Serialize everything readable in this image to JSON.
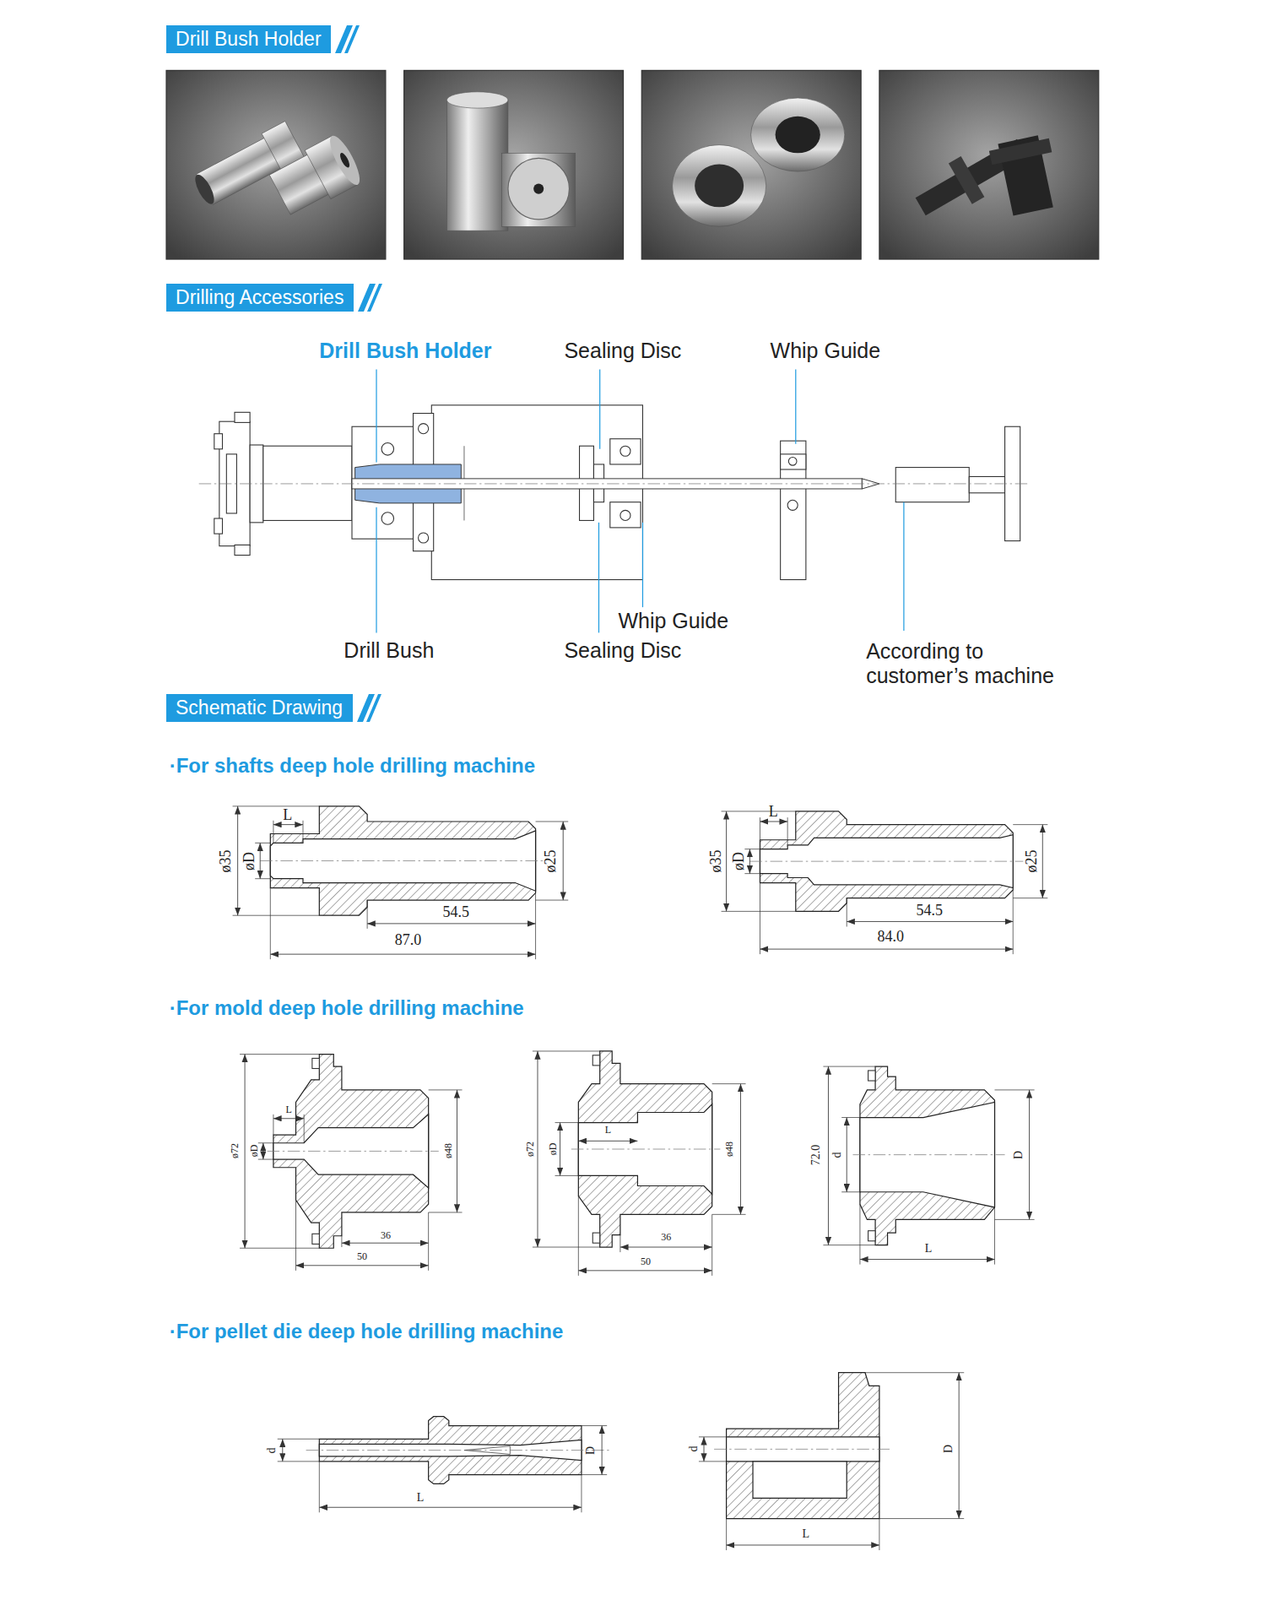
{
  "diagram": {
    "nodes": [
      {
        "text": [
          "Drill Bush Holder"
        ]
      },
      {
        "text": [
          "Drilling Accessories"
        ]
      },
      {
        "text": [
          "Schematic Drawing"
        ]
      }
    ],
    "labels": [
      "Drill Bush Holder",
      "Sealing Disc",
      "Whip Guide",
      "Whip Guide",
      "Drill Bush",
      "Sealing Disc",
      "According to customer’s machine",
      "·For shafts deep hole drilling machine",
      "·For mold deep hole drilling machine",
      "·For pellet die deep hole drilling machine",
      "L",
      "ø35",
      "øD",
      "ø25",
      "54.5",
      "87.0",
      "L",
      "ø35",
      "øD",
      "ø25",
      "54.5",
      "84.0",
      "ø72",
      "øD",
      "L",
      "ø48",
      "36",
      "50",
      "ø72",
      "øD",
      "L",
      "ø48",
      "36",
      "50",
      "72.0",
      "d",
      "D",
      "L",
      "d",
      "D",
      "L",
      "d",
      "D",
      "L"
    ]
  }
}
